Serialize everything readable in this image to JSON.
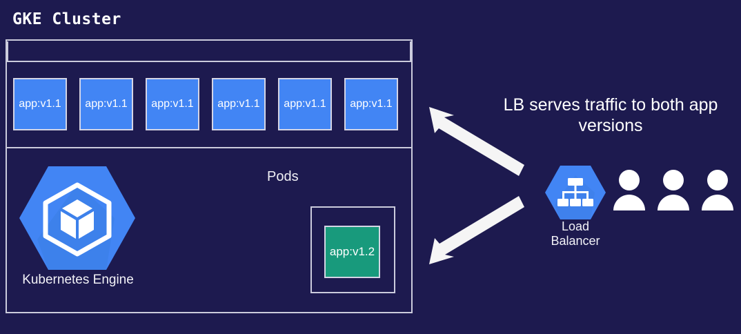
{
  "diagram": {
    "background_color": "#1d1a4f",
    "title": "GKE Cluster"
  },
  "cluster": {
    "border_color": "#ccccdd",
    "pods_label": "Pods",
    "pods": [
      {
        "label": "app:v1.1",
        "color": "#4285f4"
      },
      {
        "label": "app:v1.1",
        "color": "#4285f4"
      },
      {
        "label": "app:v1.1",
        "color": "#4285f4"
      },
      {
        "label": "app:v1.1",
        "color": "#4285f4"
      },
      {
        "label": "app:v1.1",
        "color": "#4285f4"
      },
      {
        "label": "app:v1.1",
        "color": "#4285f4"
      }
    ],
    "canary_pod": {
      "label": "app:v1.2",
      "color": "#189a7c"
    },
    "engine": {
      "label": "Kubernetes Engine",
      "icon": "kubernetes-engine-hexagon-icon",
      "color": "#4285f4"
    }
  },
  "load_balancer": {
    "label_line1": "Load",
    "label_line2": "Balancer",
    "icon": "load-balancer-hexagon-icon",
    "color": "#4285f4"
  },
  "users": {
    "icon": "user-icon",
    "count": 3,
    "color": "#ffffff"
  },
  "annotation": {
    "line1": "LB serves traffic to both app",
    "line2": "versions",
    "color": "#ffffff"
  },
  "arrows": {
    "color": "#f5f5f5",
    "upper": "arrow-lb-to-v1-1-pods",
    "lower": "arrow-lb-to-v1-2-pod"
  }
}
